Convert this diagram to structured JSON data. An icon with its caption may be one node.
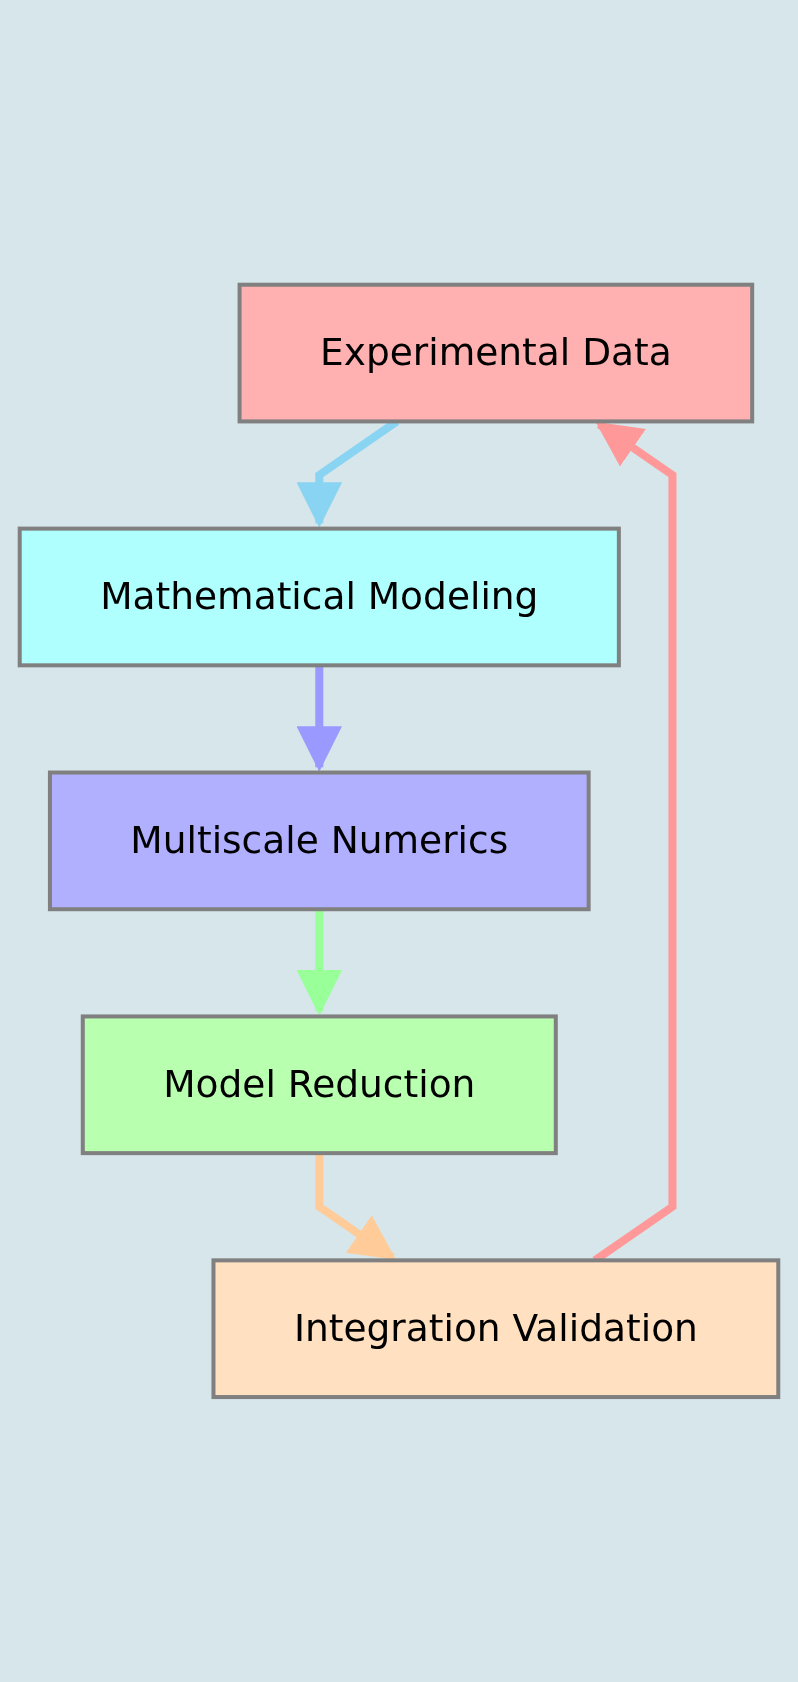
{
  "diagram": {
    "nodes": [
      {
        "text": [
          "Experimental Data"
        ]
      },
      {
        "text": [
          "Mathematical Modeling"
        ]
      },
      {
        "text": [
          "Multiscale Numerics"
        ]
      },
      {
        "text": [
          "Model Reduction"
        ]
      },
      {
        "text": [
          "Integration Validation"
        ]
      }
    ],
    "edges": [
      {
        "from": 0,
        "to": 1,
        "arrow": "to",
        "color": "#88d4f2"
      },
      {
        "from": 1,
        "to": 2,
        "arrow": "to",
        "color": "#9999ff"
      },
      {
        "from": 2,
        "to": 3,
        "arrow": "to",
        "color": "#99ff99"
      },
      {
        "from": 3,
        "to": 4,
        "arrow": "to",
        "color": "#ffcc99"
      },
      {
        "from": 4,
        "to": 0,
        "arrow": "to",
        "color": "#ff9999"
      }
    ]
  }
}
